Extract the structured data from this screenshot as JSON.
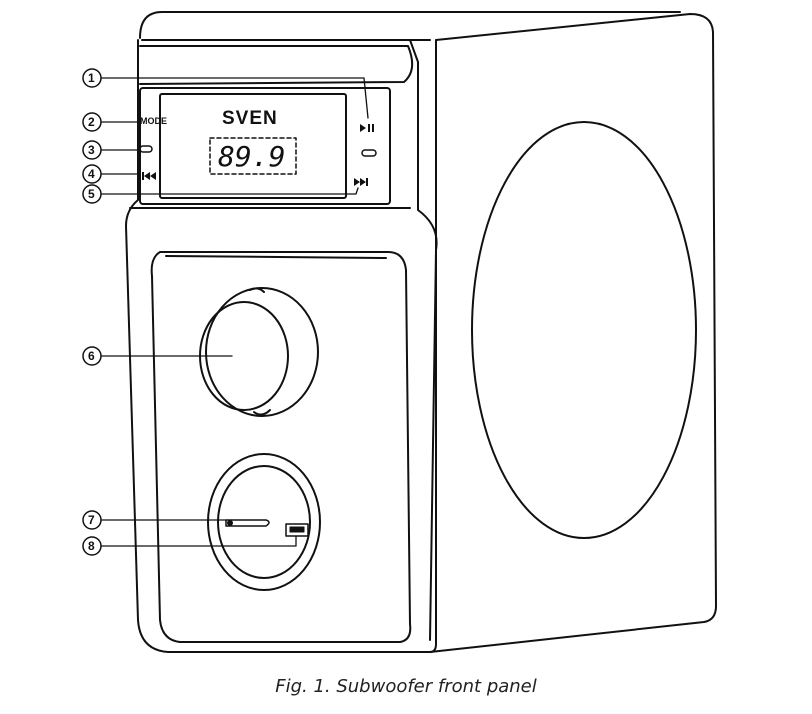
{
  "figure": {
    "caption": "Fig. 1. Subwoofer front panel",
    "brand": "SVEN",
    "display_value": "89.9",
    "mode_label": "MODE",
    "callouts": [
      "1",
      "2",
      "3",
      "4",
      "5",
      "6",
      "7",
      "8"
    ]
  },
  "icons": {
    "play_pause": "play-pause-icon",
    "previous": "previous-track-icon",
    "next": "next-track-icon"
  }
}
